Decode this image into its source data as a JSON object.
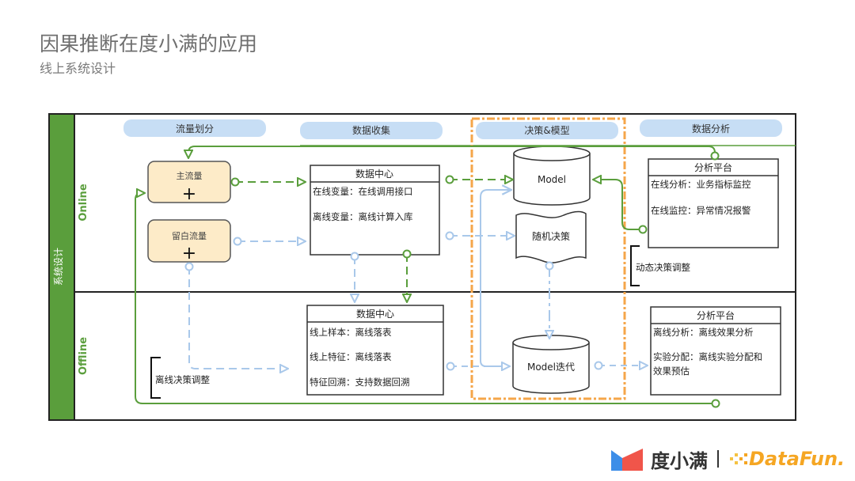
{
  "header": {
    "title": "因果推断在度小满的应用",
    "subtitle": "线上系统设计"
  },
  "diagram": {
    "pool_label": "系统设计",
    "lanes": [
      {
        "label": "Online"
      },
      {
        "label": "Offline"
      }
    ],
    "columns": [
      {
        "label": "流量划分"
      },
      {
        "label": "数据收集"
      },
      {
        "label": "决策&模型"
      },
      {
        "label": "数据分析"
      }
    ],
    "traffic": {
      "main": "主流量",
      "reserved": "留白流量",
      "plus": "+"
    },
    "online_data_center": {
      "title": "数据中心",
      "lines": [
        "在线变量：在线调用接口",
        "离线变量：离线计算入库"
      ]
    },
    "offline_data_center": {
      "title": "数据中心",
      "lines": [
        "线上样本：离线落表",
        "线上特征：离线落表",
        "特征回溯：支持数据回溯"
      ]
    },
    "model": "Model",
    "random_decision": "随机决策",
    "model_iteration": "Model迭代",
    "online_analysis": {
      "title": "分析平台",
      "lines": [
        "在线分析：业务指标监控",
        "在线监控：异常情况报警"
      ]
    },
    "offline_analysis": {
      "title": "分析平台",
      "lines": [
        "离线分析：离线效果分析",
        "实验分配：离线实验分配和",
        "效果预估"
      ]
    },
    "annotations": {
      "dynamic": "动态决策调整",
      "offline": "离线决策调整"
    },
    "colors": {
      "green": "#5a9e3c",
      "light_blue": "#a9c8ea",
      "orange": "#f5a64a",
      "traffic_fill": "#fdebc8",
      "header_fill": "#c7def5"
    }
  },
  "footer": {
    "brand": "度小满",
    "partner": "DataFun."
  }
}
